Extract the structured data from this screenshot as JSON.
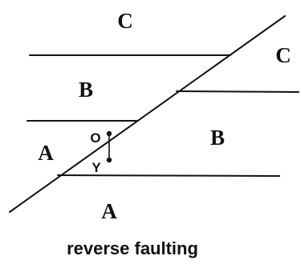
{
  "diagram": {
    "layers": {
      "hanging_wall": [
        "C",
        "B",
        "A"
      ],
      "footwall": [
        "C",
        "B",
        "A"
      ]
    },
    "points": {
      "upper": "O",
      "lower": "Y"
    },
    "caption": "reverse faulting"
  }
}
